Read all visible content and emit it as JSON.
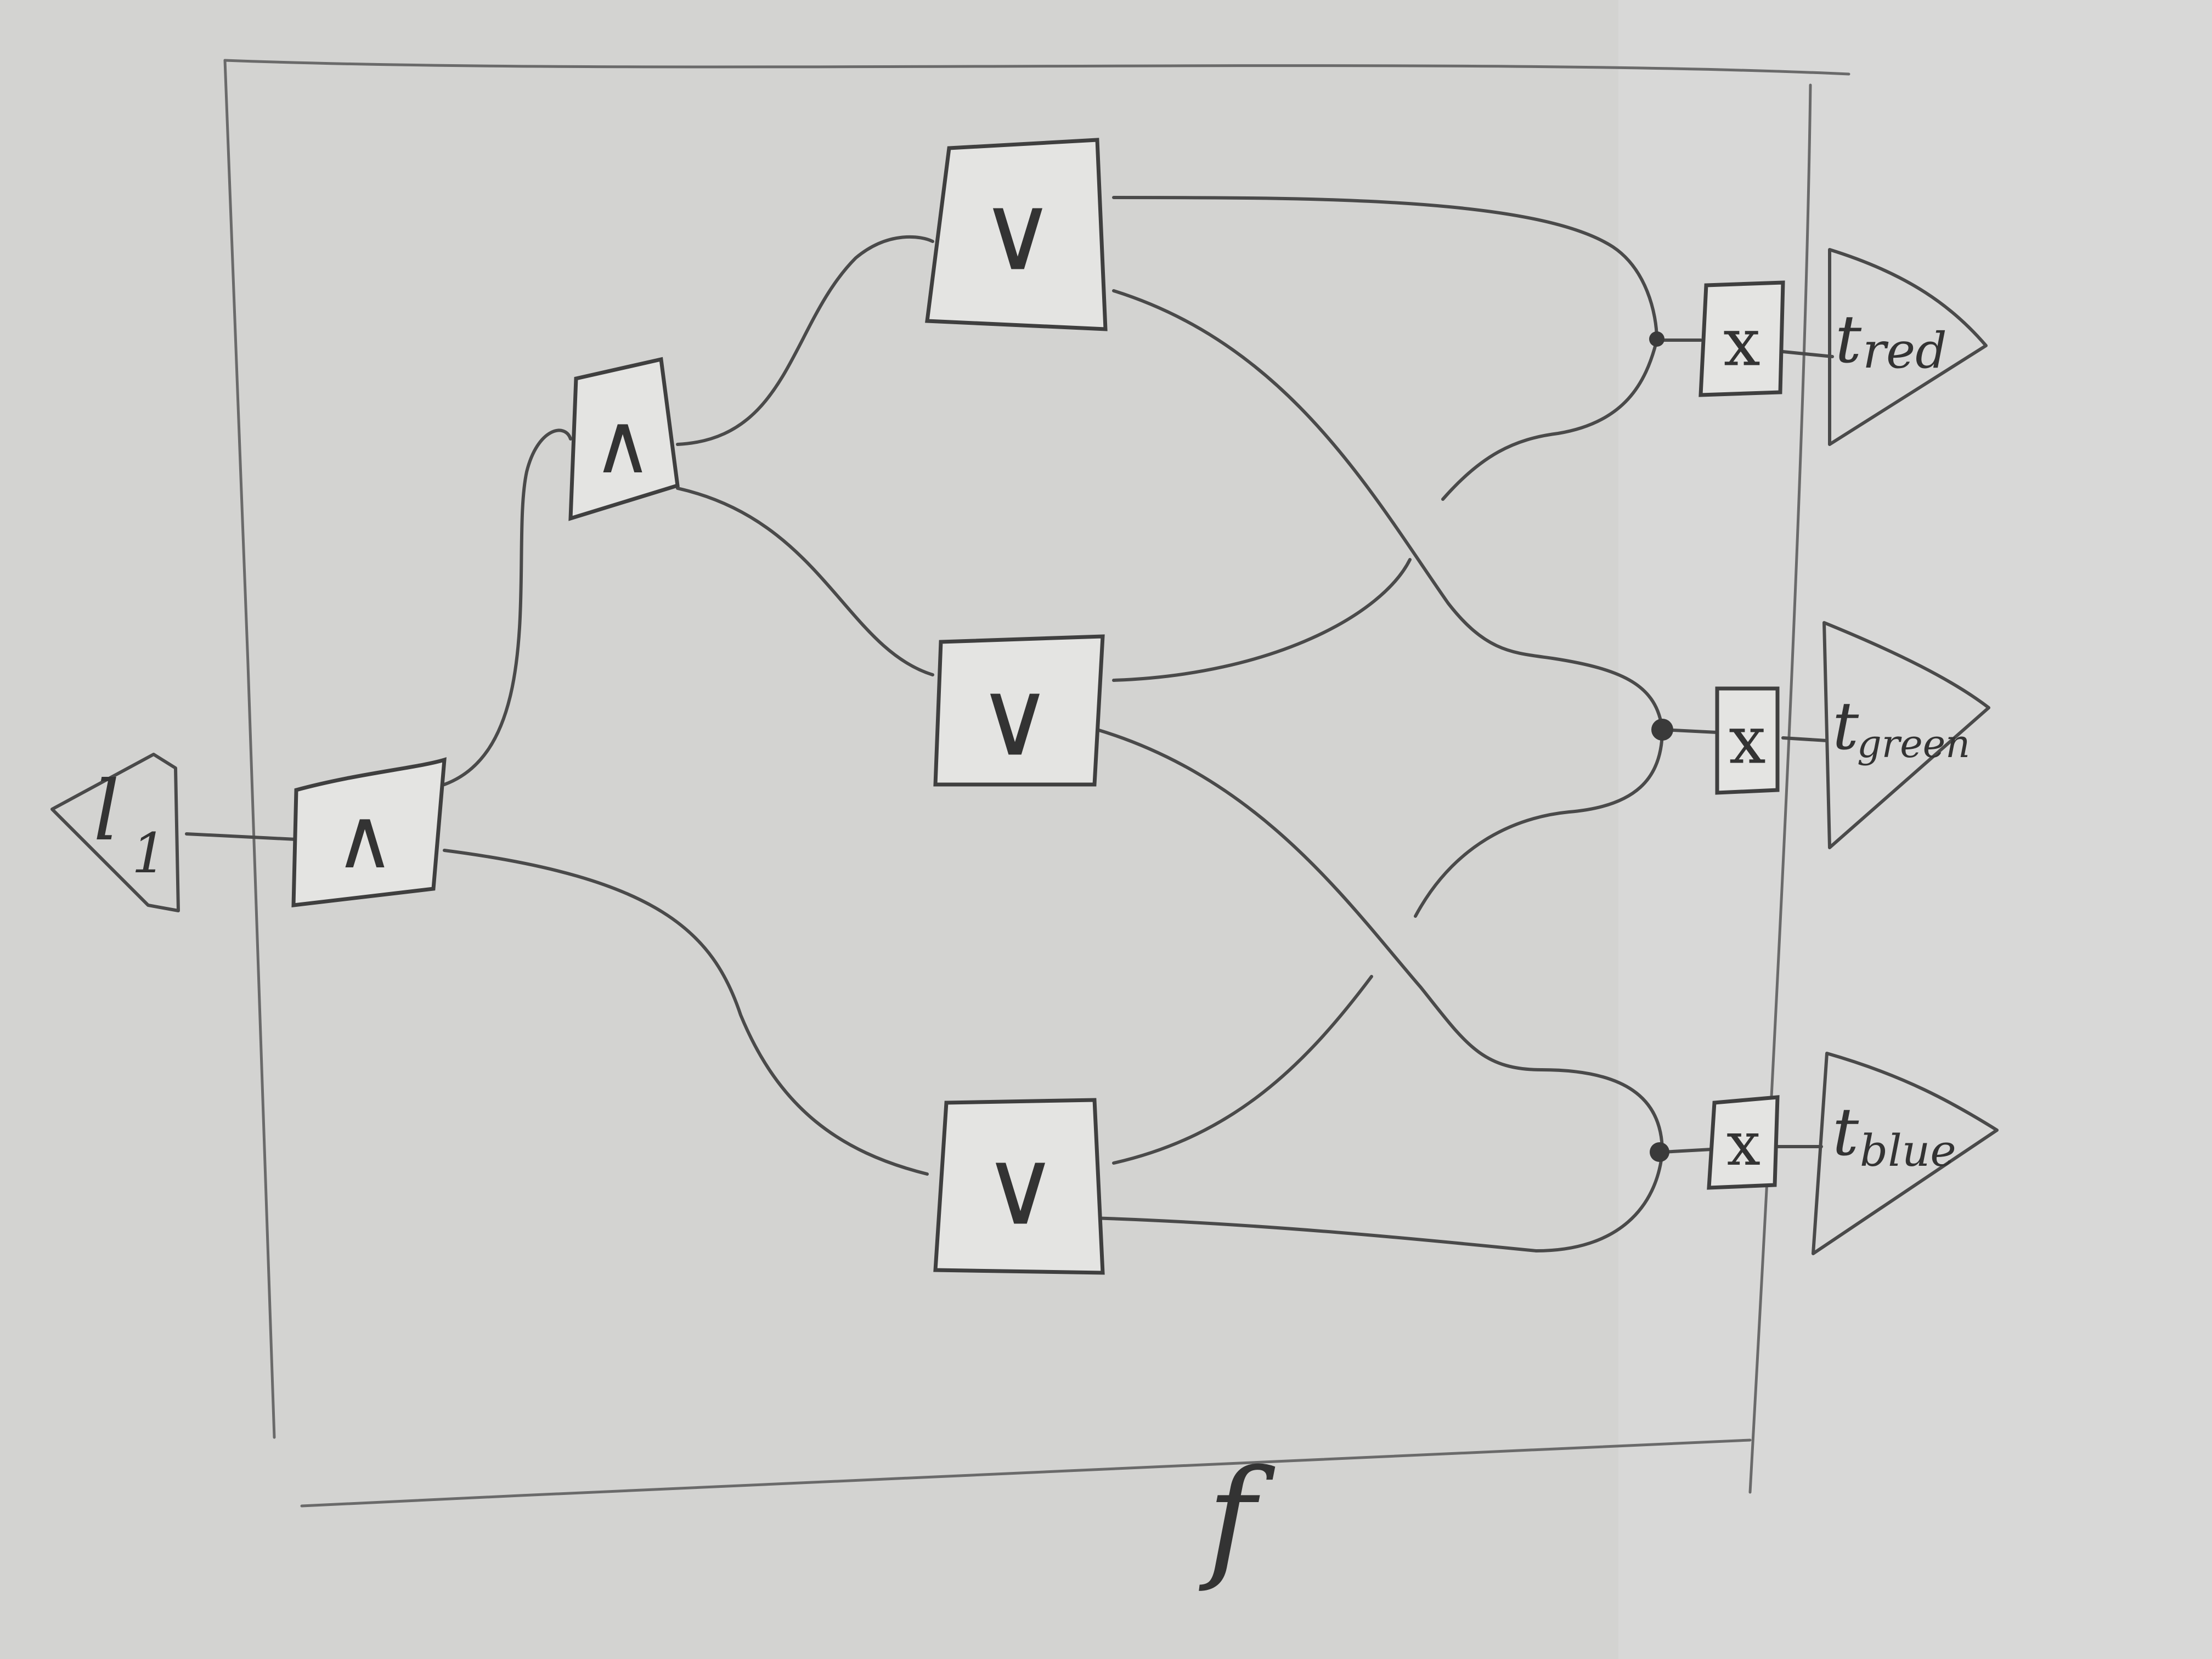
{
  "diagram": {
    "function_label": "f",
    "input": {
      "label": "l1",
      "label_main": "l",
      "label_sub": "1"
    },
    "gates": {
      "and_first": {
        "symbol": "∧"
      },
      "and_second": {
        "symbol": "∧"
      },
      "or_top": {
        "symbol": "∨"
      },
      "or_middle": {
        "symbol": "∨"
      },
      "or_bottom": {
        "symbol": "∨"
      },
      "x_red": {
        "symbol": "x"
      },
      "x_green": {
        "symbol": "x"
      },
      "x_blue": {
        "symbol": "x"
      }
    },
    "outputs": [
      {
        "id": "red",
        "label_main": "t",
        "label_sub": "red"
      },
      {
        "id": "green",
        "label_main": "t",
        "label_sub": "green"
      },
      {
        "id": "blue",
        "label_main": "t",
        "label_sub": "blue"
      }
    ],
    "colors": {
      "paper": "#d6d6d4",
      "pencil": "#4a4a4a"
    }
  }
}
